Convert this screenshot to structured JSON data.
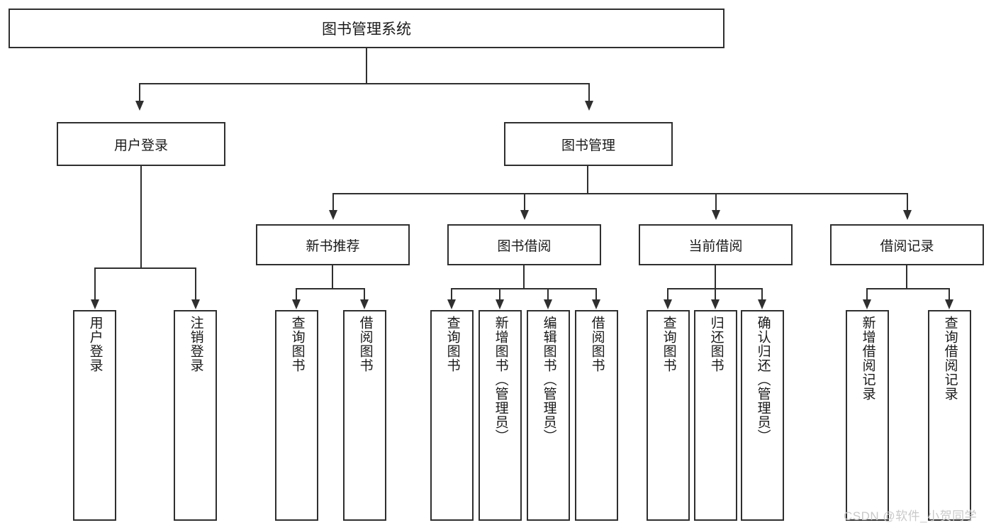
{
  "diagram": {
    "title": "图书管理系统",
    "watermark": "CSDN @软件_小贺同学",
    "line_color": "#2f2f2f",
    "background_color": "#ffffff",
    "text_color": "#1a1a1a",
    "type": "tree-diagram",
    "root": {
      "label": "图书管理系统"
    },
    "level2": [
      {
        "label": "用户登录"
      },
      {
        "label": "图书管理"
      }
    ],
    "level3": [
      {
        "label": "新书推荐"
      },
      {
        "label": "图书借阅"
      },
      {
        "label": "当前借阅"
      },
      {
        "label": "借阅记录"
      }
    ],
    "leaves": {
      "user_login": [
        {
          "label": "用户登录"
        },
        {
          "label": "注销登录"
        }
      ],
      "new_book_recommend": [
        {
          "label": "查询图书"
        },
        {
          "label": "借阅图书"
        }
      ],
      "book_borrow": [
        {
          "label": "查询图书"
        },
        {
          "label": "新增图书（管理员）"
        },
        {
          "label": "编辑图书（管理员）"
        },
        {
          "label": "借阅图书"
        }
      ],
      "current_borrow": [
        {
          "label": "查询图书"
        },
        {
          "label": "归还图书"
        },
        {
          "label": "确认归还（管理员）"
        }
      ],
      "borrow_record": [
        {
          "label": "新增借阅记录"
        },
        {
          "label": "查询借阅记录"
        }
      ]
    }
  }
}
